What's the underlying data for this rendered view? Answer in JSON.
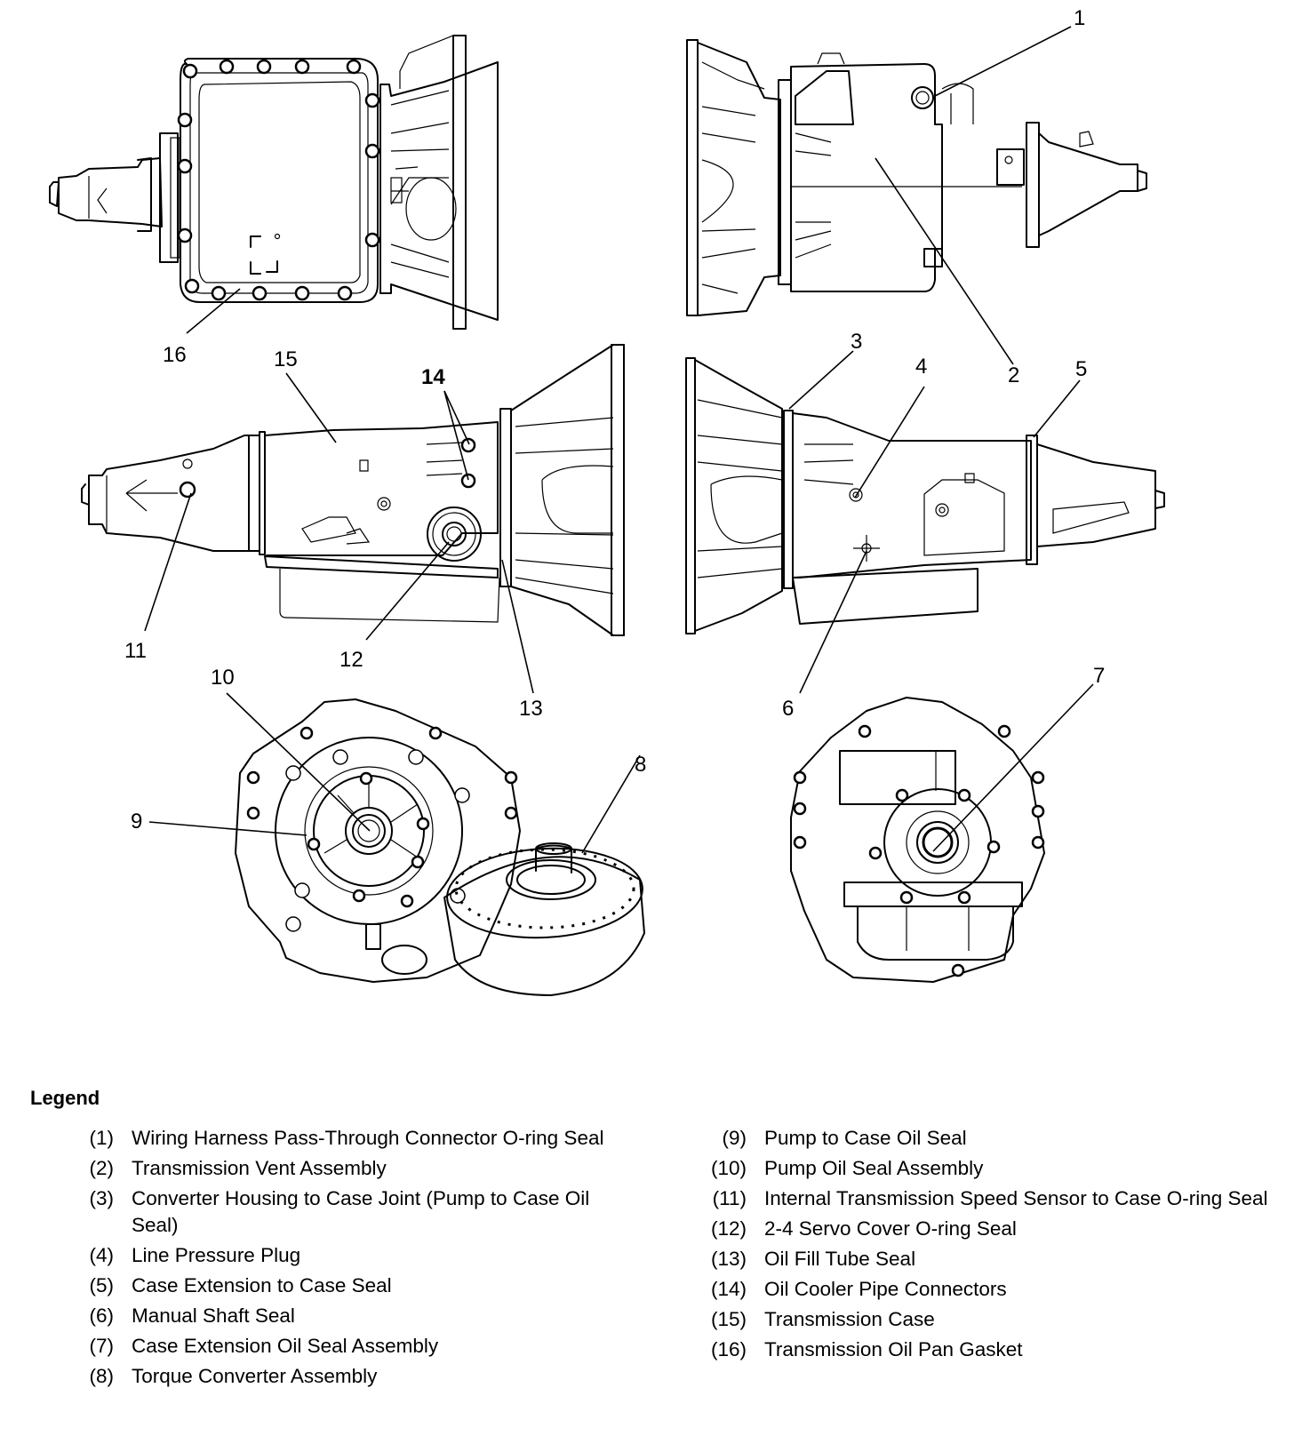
{
  "figure": {
    "title": "Automatic Transmission Seal Locations",
    "views": [
      {
        "id": "bottom-view",
        "description": "Transmission bottom view with oil pan"
      },
      {
        "id": "right-top-view",
        "description": "Transmission top view"
      },
      {
        "id": "left-side-view",
        "description": "Transmission left side view"
      },
      {
        "id": "right-side-view",
        "description": "Transmission right side view"
      },
      {
        "id": "front-view",
        "description": "Converter housing front view with torque converter"
      },
      {
        "id": "rear-view",
        "description": "Transmission rear view"
      }
    ],
    "callouts": [
      {
        "number": "1"
      },
      {
        "number": "2"
      },
      {
        "number": "3"
      },
      {
        "number": "4"
      },
      {
        "number": "5"
      },
      {
        "number": "6"
      },
      {
        "number": "7"
      },
      {
        "number": "8"
      },
      {
        "number": "9"
      },
      {
        "number": "10"
      },
      {
        "number": "11"
      },
      {
        "number": "12"
      },
      {
        "number": "13"
      },
      {
        "number": "14"
      },
      {
        "number": "15"
      },
      {
        "number": "16"
      }
    ]
  },
  "legend": {
    "title": "Legend",
    "items": [
      {
        "num": "(1)",
        "text": "Wiring Harness Pass-Through Connector O-ring Seal"
      },
      {
        "num": "(2)",
        "text": "Transmission Vent Assembly"
      },
      {
        "num": "(3)",
        "text": "Converter Housing to Case Joint (Pump to Case Oil Seal)"
      },
      {
        "num": "(4)",
        "text": "Line Pressure Plug"
      },
      {
        "num": "(5)",
        "text": "Case Extension to Case Seal"
      },
      {
        "num": "(6)",
        "text": "Manual Shaft Seal"
      },
      {
        "num": "(7)",
        "text": "Case Extension Oil Seal Assembly"
      },
      {
        "num": "(8)",
        "text": "Torque Converter Assembly"
      },
      {
        "num": "(9)",
        "text": "Pump to Case Oil Seal"
      },
      {
        "num": "(10)",
        "text": "Pump Oil Seal Assembly"
      },
      {
        "num": "(11)",
        "text": "Internal Transmission Speed Sensor to Case O-ring Seal"
      },
      {
        "num": "(12)",
        "text": "2-4 Servo Cover O-ring Seal"
      },
      {
        "num": "(13)",
        "text": "Oil Fill Tube Seal"
      },
      {
        "num": "(14)",
        "text": "Oil Cooler Pipe Connectors"
      },
      {
        "num": "(15)",
        "text": "Transmission Case"
      },
      {
        "num": "(16)",
        "text": "Transmission Oil Pan Gasket"
      }
    ]
  }
}
